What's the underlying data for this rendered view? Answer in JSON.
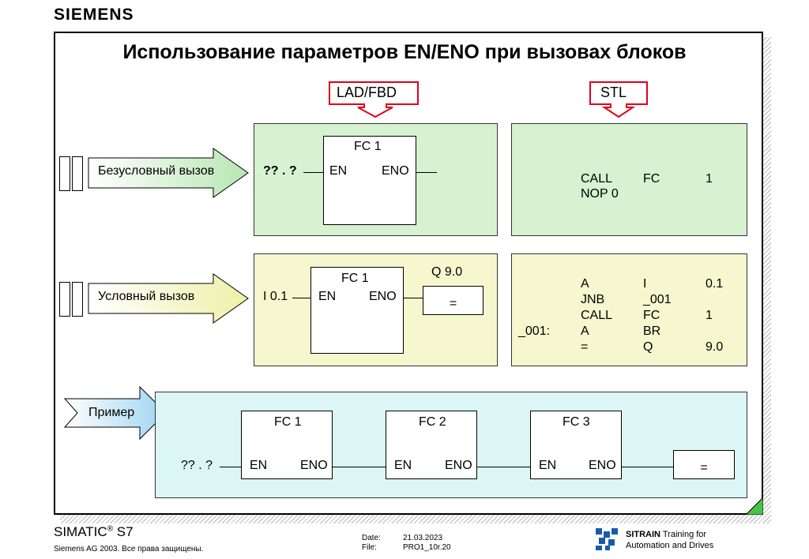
{
  "brand": "SIEMENS",
  "title": "Использование параметров EN/ENO при вызовах блоков",
  "labels": {
    "lad_fbd": "LAD/FBD",
    "stl": "STL"
  },
  "rows": {
    "unconditional": {
      "label": "Безусловный вызов",
      "block": "FC 1",
      "en": "EN",
      "eno": "ENO",
      "input": "?? . ?",
      "stl": [
        {
          "c0": "",
          "c1": "CALL",
          "c2": "FC",
          "c3": "1"
        },
        {
          "c0": "",
          "c1": "NOP  0",
          "c2": "",
          "c3": ""
        }
      ]
    },
    "conditional": {
      "label": "Условный вызов",
      "block": "FC 1",
      "en": "EN",
      "eno": "ENO",
      "input": "I 0.1",
      "output": "Q 9.0",
      "coil": "=",
      "stl": [
        {
          "c0": "",
          "c1": "A",
          "c2": "I",
          "c3": "0.1"
        },
        {
          "c0": "",
          "c1": "JNB",
          "c2": "_001",
          "c3": ""
        },
        {
          "c0": "",
          "c1": "CALL",
          "c2": "FC",
          "c3": "1"
        },
        {
          "c0": "_001:",
          "c1": "A",
          "c2": "BR",
          "c3": ""
        },
        {
          "c0": "",
          "c1": "=",
          "c2": "Q",
          "c3": "9.0"
        }
      ]
    },
    "example": {
      "label": "Пример",
      "input": "?? . ?",
      "blocks": [
        {
          "name": "FC 1",
          "en": "EN",
          "eno": "ENO"
        },
        {
          "name": "FC 2",
          "en": "EN",
          "eno": "ENO"
        },
        {
          "name": "FC 3",
          "en": "EN",
          "eno": "ENO"
        }
      ],
      "coil": "="
    }
  },
  "footer": {
    "product": "SIMATIC",
    "reg": "®",
    "product_suffix": " S7",
    "copyright": "Siemens AG 2003. Все права защищены.",
    "date_label": "Date:",
    "date_value": "21.03.2023",
    "file_label": "File:",
    "file_value": "PRO1_10r.20",
    "sitrain": "SITRAIN",
    "sitrain_tail": " Training for",
    "sitrain_line2": "Automation and Drives"
  }
}
